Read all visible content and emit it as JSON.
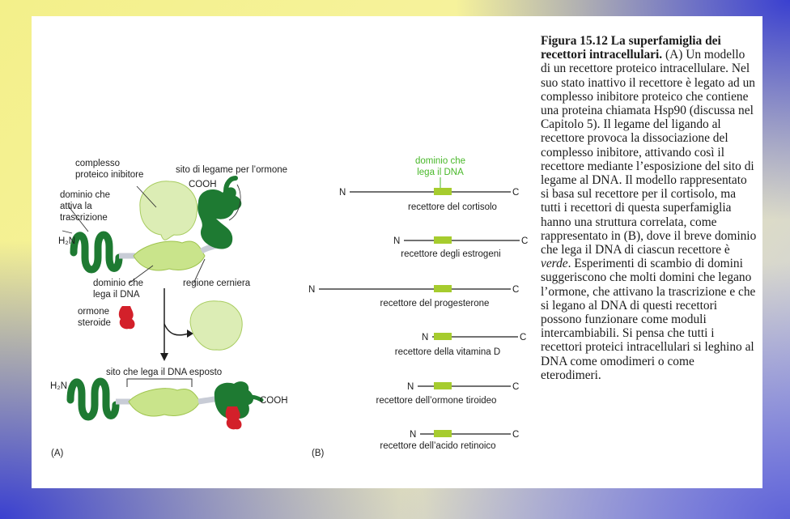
{
  "caption": {
    "title": "Figura 15.12 La superfamiglia dei recettori intracellulari.",
    "body_before_italic": "(A) Un modello di un recettore proteico intracellulare. Nel suo stato inattivo il recettore è legato ad un complesso inibitore proteico che contiene una proteina chiamata Hsp90 (discussa nel Capitolo 5). Il legame del ligando al recettore provoca la dissociazione del complesso inibitore, attivando così il recettore mediante l’esposizione del sito di legame al DNA. Il modello rappresentato si basa sul recettore per il cortisolo, ma tutti i recettori di questa superfamiglia hanno una struttura correlata, come rappresentato in (B), dove il breve dominio che lega il DNA di ciascun recettore è ",
    "italic": "verde",
    "body_after_italic": ". Esperimenti di scambio di domini suggeriscono che molti domini che legano l’ormone, che attivano la trascrizione e che si legano al DNA di questi recettori possono funzionare come moduli intercambiabili. Si pensa che tutti i recettori proteici intracellulari si leghino al DNA come omodimeri o come eterodimeri."
  },
  "panel_a": {
    "panel_label": "(A)",
    "inhibitor_complex_line1": "complesso",
    "inhibitor_complex_line2": "proteico inibitore",
    "hormone_site": "sito di legame per l’ormone",
    "cooh_top": "COOH",
    "activation_domain_line1": "dominio che",
    "activation_domain_line2": "attiva la",
    "activation_domain_line3": "trascrizione",
    "h2n_top": "H₂N",
    "dna_domain_line1": "dominio che",
    "dna_domain_line2": "lega il DNA",
    "hinge": "regione cerniera",
    "steroid_line1": "ormone",
    "steroid_line2": "steroide",
    "exposed_site": "sito che lega il DNA esposto",
    "h2n_bottom": "H₂N",
    "cooh_bottom": "COOH"
  },
  "panel_b": {
    "panel_label": "(B)",
    "legend_line1": "dominio che",
    "legend_line2": "lega il DNA",
    "n_label": "N",
    "c_label": "C",
    "receptors": [
      "recettore del cortisolo",
      "recettore degli estrogeni",
      "recettore del progesterone",
      "recettore della vitamina D",
      "recettore dell’ormone tiroideo",
      "recettore dell’acido retinoico"
    ]
  },
  "colors": {
    "dna_domain": "#a6cc2e",
    "light_protein": "#c9e48b",
    "dark_protein": "#1e7a32",
    "hormone": "#d3202a",
    "hinge": "#c8ccd6"
  }
}
